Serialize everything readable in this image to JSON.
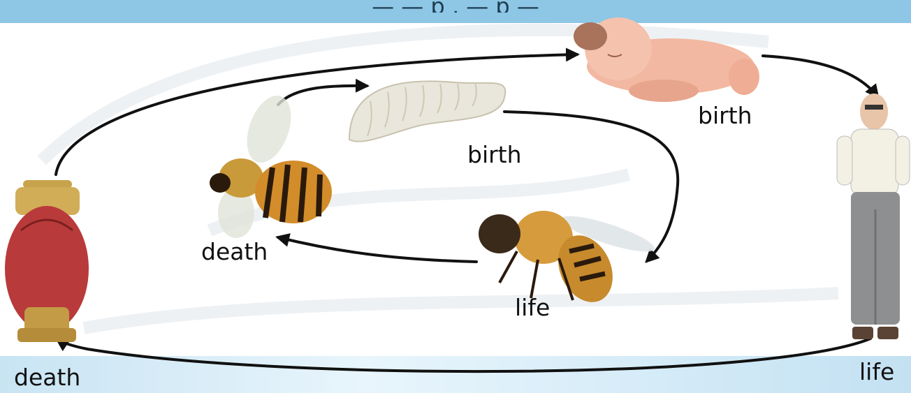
{
  "header": {
    "fragment": "— —  p  ,  —  p  —"
  },
  "labels": {
    "human_birth": "birth",
    "bee_birth": "birth",
    "bee_death": "death",
    "bee_life": "life",
    "human_life": "life",
    "human_death": "death"
  },
  "icons": [
    "baby-icon",
    "old-man-icon",
    "urn-icon",
    "larva-icon",
    "dead-bee-icon",
    "bee-icon"
  ],
  "colors": {
    "top_band": "#8ec6e6",
    "bottom_band": "#cfe8f6",
    "arrow": "#111111"
  }
}
